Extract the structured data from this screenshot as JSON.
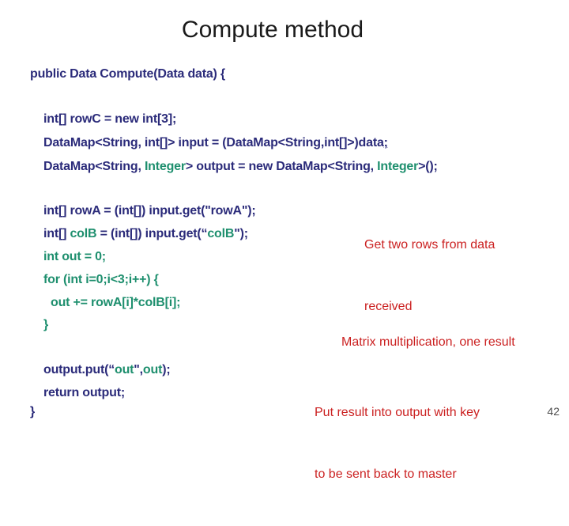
{
  "palette": {
    "navy": "#2b2b7a",
    "teal": "#1e8f6e",
    "red": "#cb2121",
    "black": "#1a1a1a",
    "gray": "#4d4d4d"
  },
  "slide": {
    "title": "Compute method",
    "page_number": "42"
  },
  "code": {
    "signature": {
      "segments": [
        {
          "t": "public Data Compute(Data data) {",
          "c": "navy"
        }
      ]
    },
    "block1": [
      {
        "segments": [
          {
            "t": "int[] rowC = new int[3];",
            "c": "navy"
          }
        ]
      },
      {
        "segments": [
          {
            "t": "DataMap<String, int[]> input = (DataMap<String,int[]>)data",
            "c": "navy"
          },
          {
            "t": ";",
            "c": "navy",
            "u": true
          }
        ]
      },
      {
        "segments": [
          {
            "t": "DataMap<String, ",
            "c": "navy"
          },
          {
            "t": "Integer",
            "c": "teal"
          },
          {
            "t": "> output = new DataMap<String, ",
            "c": "navy"
          },
          {
            "t": "Integer",
            "c": "teal"
          },
          {
            "t": ">();",
            "c": "navy"
          }
        ]
      }
    ],
    "block2": [
      {
        "segments": [
          {
            "t": "int[] rowA = (int[]) input.get(\"rowA\");",
            "c": "navy"
          }
        ]
      },
      {
        "segments": [
          {
            "t": "int[] ",
            "c": "navy"
          },
          {
            "t": "colB",
            "c": "teal"
          },
          {
            "t": " = (int[]) input.get(“",
            "c": "navy"
          },
          {
            "t": "colB",
            "c": "teal"
          },
          {
            "t": "\");",
            "c": "navy"
          }
        ]
      },
      {
        "segments": [
          {
            "t": "int out = 0;",
            "c": "teal"
          }
        ]
      },
      {
        "segments": [
          {
            "t": "for (int i=0;i<3;i++) {",
            "c": "teal"
          }
        ]
      },
      {
        "segments": [
          {
            "t": "out += rowA[i]*colB[i];",
            "c": "teal"
          }
        ]
      },
      {
        "segments": [
          {
            "t": "}",
            "c": "teal"
          }
        ]
      }
    ],
    "block3": [
      {
        "segments": [
          {
            "t": "output.put(“",
            "c": "navy"
          },
          {
            "t": "out",
            "c": "teal"
          },
          {
            "t": "\",",
            "c": "navy"
          },
          {
            "t": "out",
            "c": "teal"
          },
          {
            "t": ");",
            "c": "navy"
          }
        ]
      },
      {
        "segments": [
          {
            "t": "return output;",
            "c": "navy"
          }
        ]
      }
    ],
    "closing_brace": {
      "segments": [
        {
          "t": "}",
          "c": "navy"
        }
      ]
    }
  },
  "annotations": [
    {
      "lines": [
        "Get two rows from data",
        "received"
      ]
    },
    {
      "lines": [
        "Matrix multiplication, one result"
      ]
    },
    {
      "lines": [
        "Put result into output with key",
        "to be sent back to master"
      ]
    }
  ]
}
